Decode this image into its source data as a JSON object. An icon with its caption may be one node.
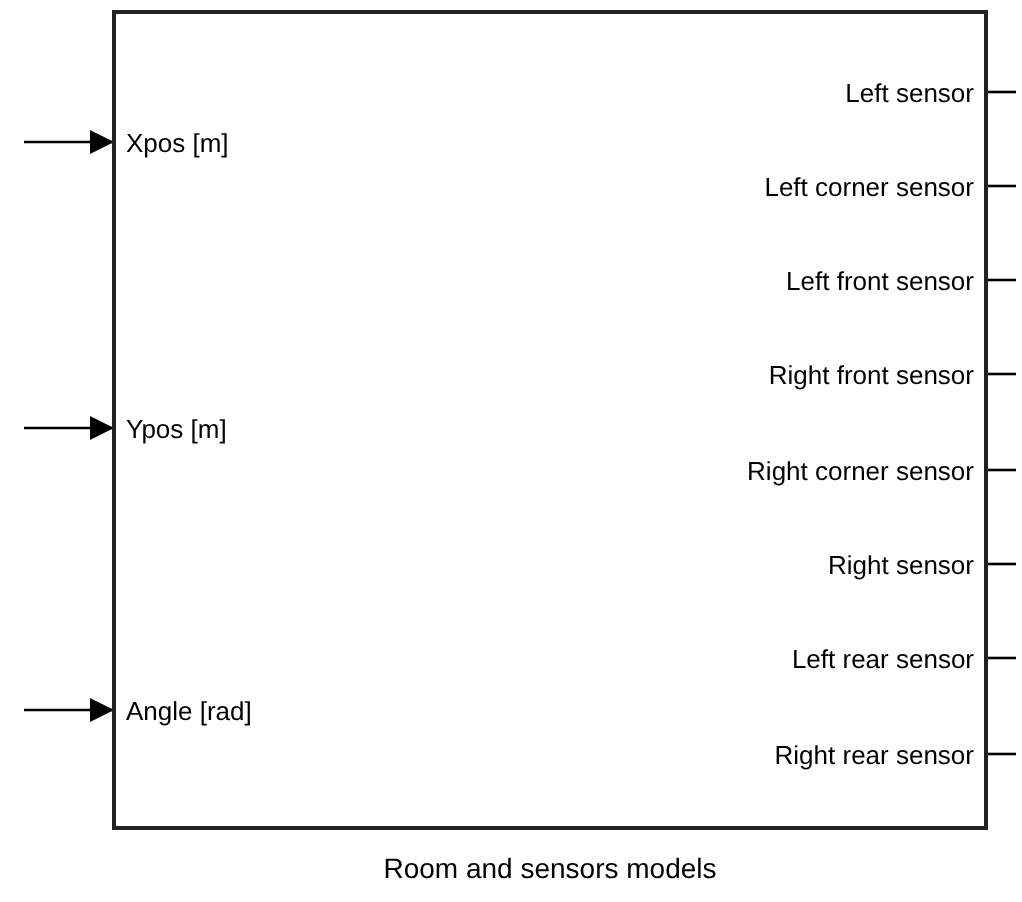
{
  "diagram": {
    "nodes": [
      {
        "text": [
          "Room and sensors models"
        ]
      },
      {
        "text": [
          "Xpos [m]"
        ],
        "in": 0
      },
      {
        "text": [
          "Ypos [m]"
        ],
        "in": 0
      },
      {
        "text": [
          "Angle [rad]"
        ],
        "in": 0
      },
      {
        "text": [
          "Left sensor"
        ],
        "in": 0
      },
      {
        "text": [
          "Left corner sensor"
        ],
        "in": 0
      },
      {
        "text": [
          "Left front sensor"
        ],
        "in": 0
      },
      {
        "text": [
          "Right front sensor"
        ],
        "in": 0
      },
      {
        "text": [
          "Right corner sensor"
        ],
        "in": 0
      },
      {
        "text": [
          "Right sensor"
        ],
        "in": 0
      },
      {
        "text": [
          "Left rear sensor"
        ],
        "in": 0
      },
      {
        "text": [
          "Right rear sensor"
        ],
        "in": 0
      }
    ],
    "edges": [
      {
        "from": null,
        "to": 1,
        "arrow": "to"
      },
      {
        "from": null,
        "to": 2,
        "arrow": "to"
      },
      {
        "from": null,
        "to": 3,
        "arrow": "to"
      },
      {
        "from": 4,
        "to": null,
        "arrow": "none"
      },
      {
        "from": 5,
        "to": null,
        "arrow": "none"
      },
      {
        "from": 6,
        "to": null,
        "arrow": "none"
      },
      {
        "from": 7,
        "to": null,
        "arrow": "none"
      },
      {
        "from": 8,
        "to": null,
        "arrow": "none"
      },
      {
        "from": 9,
        "to": null,
        "arrow": "none"
      },
      {
        "from": 10,
        "to": null,
        "arrow": "none"
      },
      {
        "from": 11,
        "to": null,
        "arrow": "none"
      }
    ]
  }
}
